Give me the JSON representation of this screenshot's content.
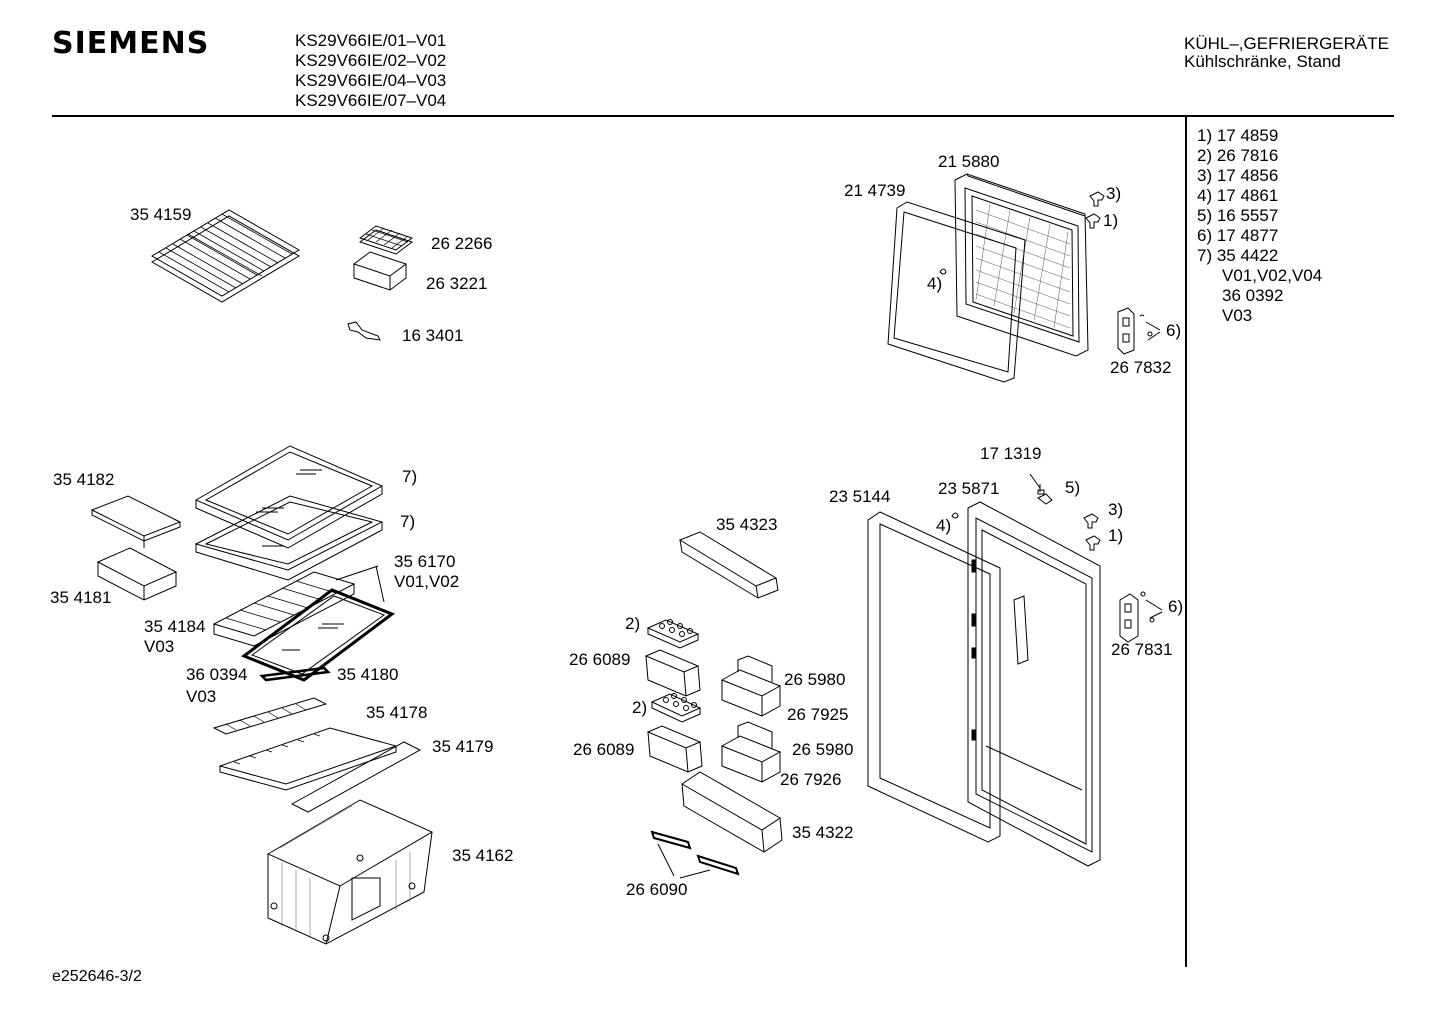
{
  "header": {
    "brand": "SIEMENS",
    "models": [
      "KS29V66IE/01–V01",
      "KS29V66IE/02–V02",
      "KS29V66IE/04–V03",
      "KS29V66IE/07–V04"
    ],
    "category_line1": "KÜHL–,GEFRIERGERÄTE",
    "category_line2": "Kühlschränke, Stand"
  },
  "legend": [
    "1) 17 4859",
    "2) 26 7816",
    "3) 17 4856",
    "4) 17 4861",
    "5) 16 5557",
    "6) 17 4877",
    "7) 35 4422",
    "V01,V02,V04",
    "36 0392",
    "V03"
  ],
  "labels": [
    {
      "id": "354159",
      "text": "35 4159"
    },
    {
      "id": "262266",
      "text": "26 2266"
    },
    {
      "id": "263221",
      "text": "26 3221"
    },
    {
      "id": "163401",
      "text": "16 3401"
    },
    {
      "id": "215880",
      "text": "21 5880"
    },
    {
      "id": "214739",
      "text": "21 4739"
    },
    {
      "id": "fz-3",
      "text": "3)"
    },
    {
      "id": "fz-1",
      "text": "1)"
    },
    {
      "id": "fz-4",
      "text": "4)"
    },
    {
      "id": "fz-6",
      "text": "6)"
    },
    {
      "id": "267832",
      "text": "26 7832"
    },
    {
      "id": "354182",
      "text": "35 4182"
    },
    {
      "id": "sh-7a",
      "text": "7)"
    },
    {
      "id": "sh-7b",
      "text": "7)"
    },
    {
      "id": "354181",
      "text": "35 4181"
    },
    {
      "id": "356170",
      "text": "35 6170"
    },
    {
      "id": "v0102",
      "text": "V01,V02"
    },
    {
      "id": "354184",
      "text": "35 4184"
    },
    {
      "id": "v03a",
      "text": "V03"
    },
    {
      "id": "360394",
      "text": "36 0394"
    },
    {
      "id": "v03b",
      "text": "V03"
    },
    {
      "id": "354180",
      "text": "35 4180"
    },
    {
      "id": "354178",
      "text": "35 4178"
    },
    {
      "id": "354179",
      "text": "35 4179"
    },
    {
      "id": "354162",
      "text": "35 4162"
    },
    {
      "id": "354323",
      "text": "35 4323"
    },
    {
      "id": "eg-2a",
      "text": "2)"
    },
    {
      "id": "266089a",
      "text": "26 6089"
    },
    {
      "id": "265980a",
      "text": "26 5980"
    },
    {
      "id": "267925",
      "text": "26 7925"
    },
    {
      "id": "eg-2b",
      "text": "2)"
    },
    {
      "id": "266089b",
      "text": "26 6089"
    },
    {
      "id": "265980b",
      "text": "26 5980"
    },
    {
      "id": "267926",
      "text": "26 7926"
    },
    {
      "id": "354322",
      "text": "35 4322"
    },
    {
      "id": "266090",
      "text": "26 6090"
    },
    {
      "id": "171319",
      "text": "17 1319"
    },
    {
      "id": "235144",
      "text": "23 5144"
    },
    {
      "id": "235871",
      "text": "23 5871"
    },
    {
      "id": "dr-5",
      "text": "5)"
    },
    {
      "id": "dr-3",
      "text": "3)"
    },
    {
      "id": "dr-4",
      "text": "4)"
    },
    {
      "id": "dr-1",
      "text": "1)"
    },
    {
      "id": "dr-6",
      "text": "6)"
    },
    {
      "id": "267831",
      "text": "26 7831"
    }
  ],
  "footer": {
    "drawing_id": "e252646-3/2"
  }
}
